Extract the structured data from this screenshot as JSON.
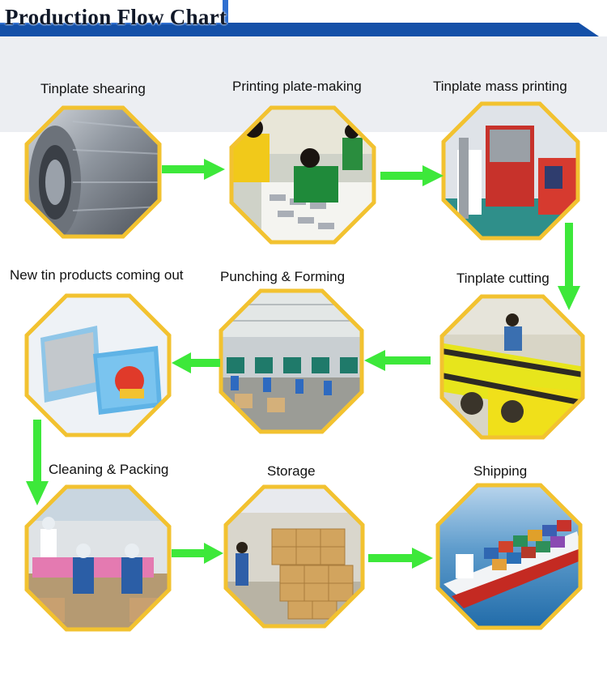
{
  "title": "Production Flow Chart",
  "colors": {
    "frame": "#f2c230",
    "arrow": "#3de83a",
    "header_blue": "#1450a8"
  },
  "steps": [
    {
      "label": "Tinplate shearing",
      "photo": "steel-coil-photo"
    },
    {
      "label": "Printing plate-making",
      "photo": "plate-making-workers-photo"
    },
    {
      "label": "Tinplate mass printing",
      "photo": "printing-machine-photo"
    },
    {
      "label": "Tinplate cutting",
      "photo": "cutting-machine-photo"
    },
    {
      "label": "Punching & Forming",
      "photo": "punching-workshop-photo"
    },
    {
      "label": "New tin products coming out",
      "photo": "tin-box-photo"
    },
    {
      "label": "Cleaning & Packing",
      "photo": "packing-workers-photo"
    },
    {
      "label": "Storage",
      "photo": "warehouse-photo"
    },
    {
      "label": "Shipping",
      "photo": "container-ship-photo"
    }
  ],
  "arrows": [
    {
      "from": "Tinplate shearing",
      "to": "Printing plate-making",
      "direction": "right"
    },
    {
      "from": "Printing plate-making",
      "to": "Tinplate mass printing",
      "direction": "right"
    },
    {
      "from": "Tinplate mass printing",
      "to": "Tinplate cutting",
      "direction": "down"
    },
    {
      "from": "Tinplate cutting",
      "to": "Punching & Forming",
      "direction": "left"
    },
    {
      "from": "Punching & Forming",
      "to": "New tin products coming out",
      "direction": "left"
    },
    {
      "from": "New tin products coming out",
      "to": "Cleaning & Packing",
      "direction": "down"
    },
    {
      "from": "Cleaning & Packing",
      "to": "Storage",
      "direction": "right"
    },
    {
      "from": "Storage",
      "to": "Shipping",
      "direction": "right"
    }
  ]
}
